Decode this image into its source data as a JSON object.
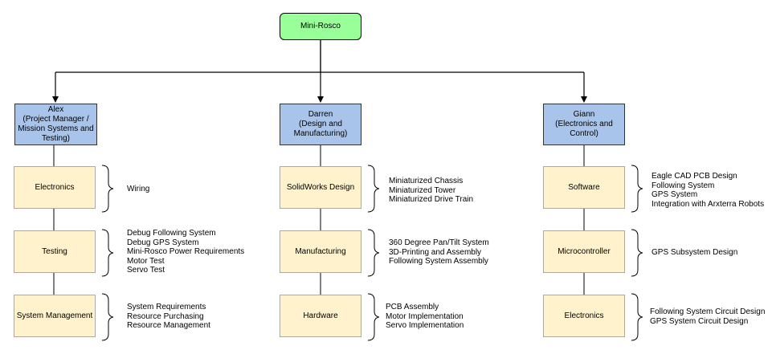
{
  "root": {
    "label": "Mini-Rosco"
  },
  "columns": [
    {
      "person": "Alex\n(Project Manager /\nMission Systems and\nTesting)",
      "tasks": [
        {
          "label": "Electronics",
          "details": "Wiring"
        },
        {
          "label": "Testing",
          "details": "Debug Following System\nDebug GPS System\nMini-Rosco Power Requirements\nMotor Test\nServo Test"
        },
        {
          "label": "System Management",
          "details": "System Requirements\nResource Purchasing\nResource Management"
        }
      ]
    },
    {
      "person": "Darren\n(Design and\nManufacturing)",
      "tasks": [
        {
          "label": "SolidWorks Design",
          "details": "Miniaturized Chassis\nMiniaturized Tower\nMiniaturized Drive Train"
        },
        {
          "label": "Manufacturing",
          "details": "360 Degree Pan/Tilt System\n3D-Printing and Assembly\nFollowing System Assembly"
        },
        {
          "label": "Hardware",
          "details": "PCB  Assembly\nMotor Implementation\nServo Implementation"
        }
      ]
    },
    {
      "person": "Giann\n(Electronics and\nControl)",
      "tasks": [
        {
          "label": "Software",
          "details": "Eagle CAD PCB Design\nFollowing System\nGPS System\nIntegration with Arxterra Robots"
        },
        {
          "label": "Microcontroller",
          "details": "GPS Subsystem Design"
        },
        {
          "label": "Electronics",
          "details": "Following System Circuit Design\nGPS System Circuit Design"
        }
      ]
    }
  ]
}
